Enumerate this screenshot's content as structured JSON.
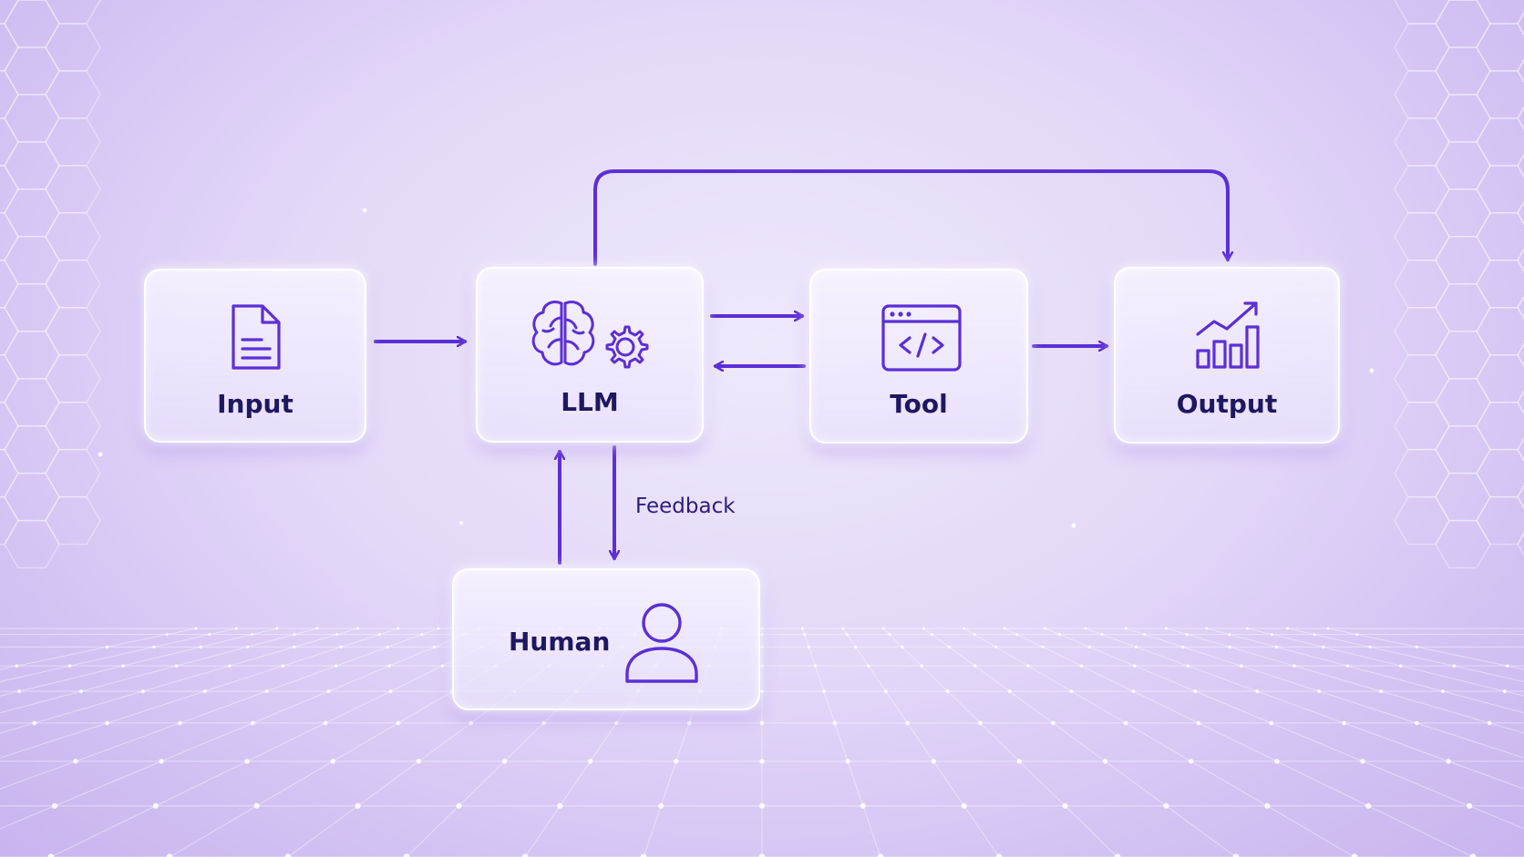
{
  "nodes": {
    "input": {
      "label": "Input",
      "icon": "document-icon"
    },
    "llm": {
      "label": "LLM",
      "icon": "brain-gear-icon"
    },
    "tool": {
      "label": "Tool",
      "icon": "code-window-icon"
    },
    "output": {
      "label": "Output",
      "icon": "bar-chart-trend-icon"
    },
    "human": {
      "label": "Human",
      "icon": "person-icon"
    }
  },
  "edges": [
    {
      "from": "Input",
      "to": "LLM"
    },
    {
      "from": "LLM",
      "to": "Tool"
    },
    {
      "from": "Tool",
      "to": "LLM"
    },
    {
      "from": "Tool",
      "to": "Output"
    },
    {
      "from": "LLM",
      "to": "Output"
    },
    {
      "from": "LLM",
      "to": "Human",
      "label": "Feedback"
    },
    {
      "from": "Human",
      "to": "LLM"
    }
  ],
  "feedback_label": "Feedback",
  "colors": {
    "accent": "#5b2fd6",
    "text": "#1f1760",
    "background": "#e3d8f8"
  }
}
